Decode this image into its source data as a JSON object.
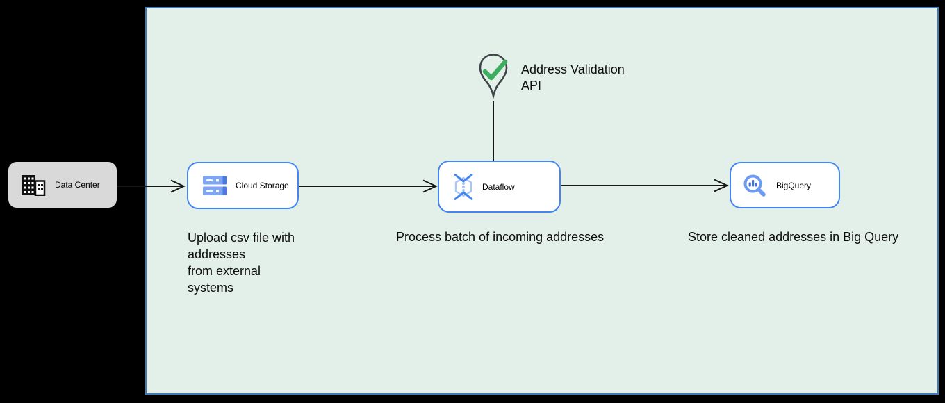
{
  "diagram": {
    "board": {
      "bg": "#e3f0e9",
      "border_color": "#3c7cbe"
    },
    "external_node": {
      "label": "Data Center",
      "icon": "building-icon",
      "bg": "#d9d9d9"
    },
    "services": [
      {
        "id": "cloud-storage",
        "label": "Cloud Storage",
        "icon": "cloud-storage-icon",
        "caption": "Upload csv file with\naddresses\nfrom external\nsystems"
      },
      {
        "id": "dataflow",
        "label": "Dataflow",
        "icon": "dataflow-icon",
        "caption": "Process batch of incoming addresses"
      },
      {
        "id": "bigquery",
        "label": "BigQuery",
        "icon": "bigquery-icon",
        "caption": "Store cleaned addresses in Big Query"
      }
    ],
    "annotation": {
      "label": "Address Validation\nAPI",
      "icon": "map-pin-check-icon",
      "pin_outline_color": "#3f4448",
      "check_color": "#3cac5e"
    },
    "colors": {
      "card_border": "#4285f4",
      "arrow": "#161616",
      "google_blue": "#4285f4",
      "google_blue_light": "#a8c6f8"
    }
  }
}
